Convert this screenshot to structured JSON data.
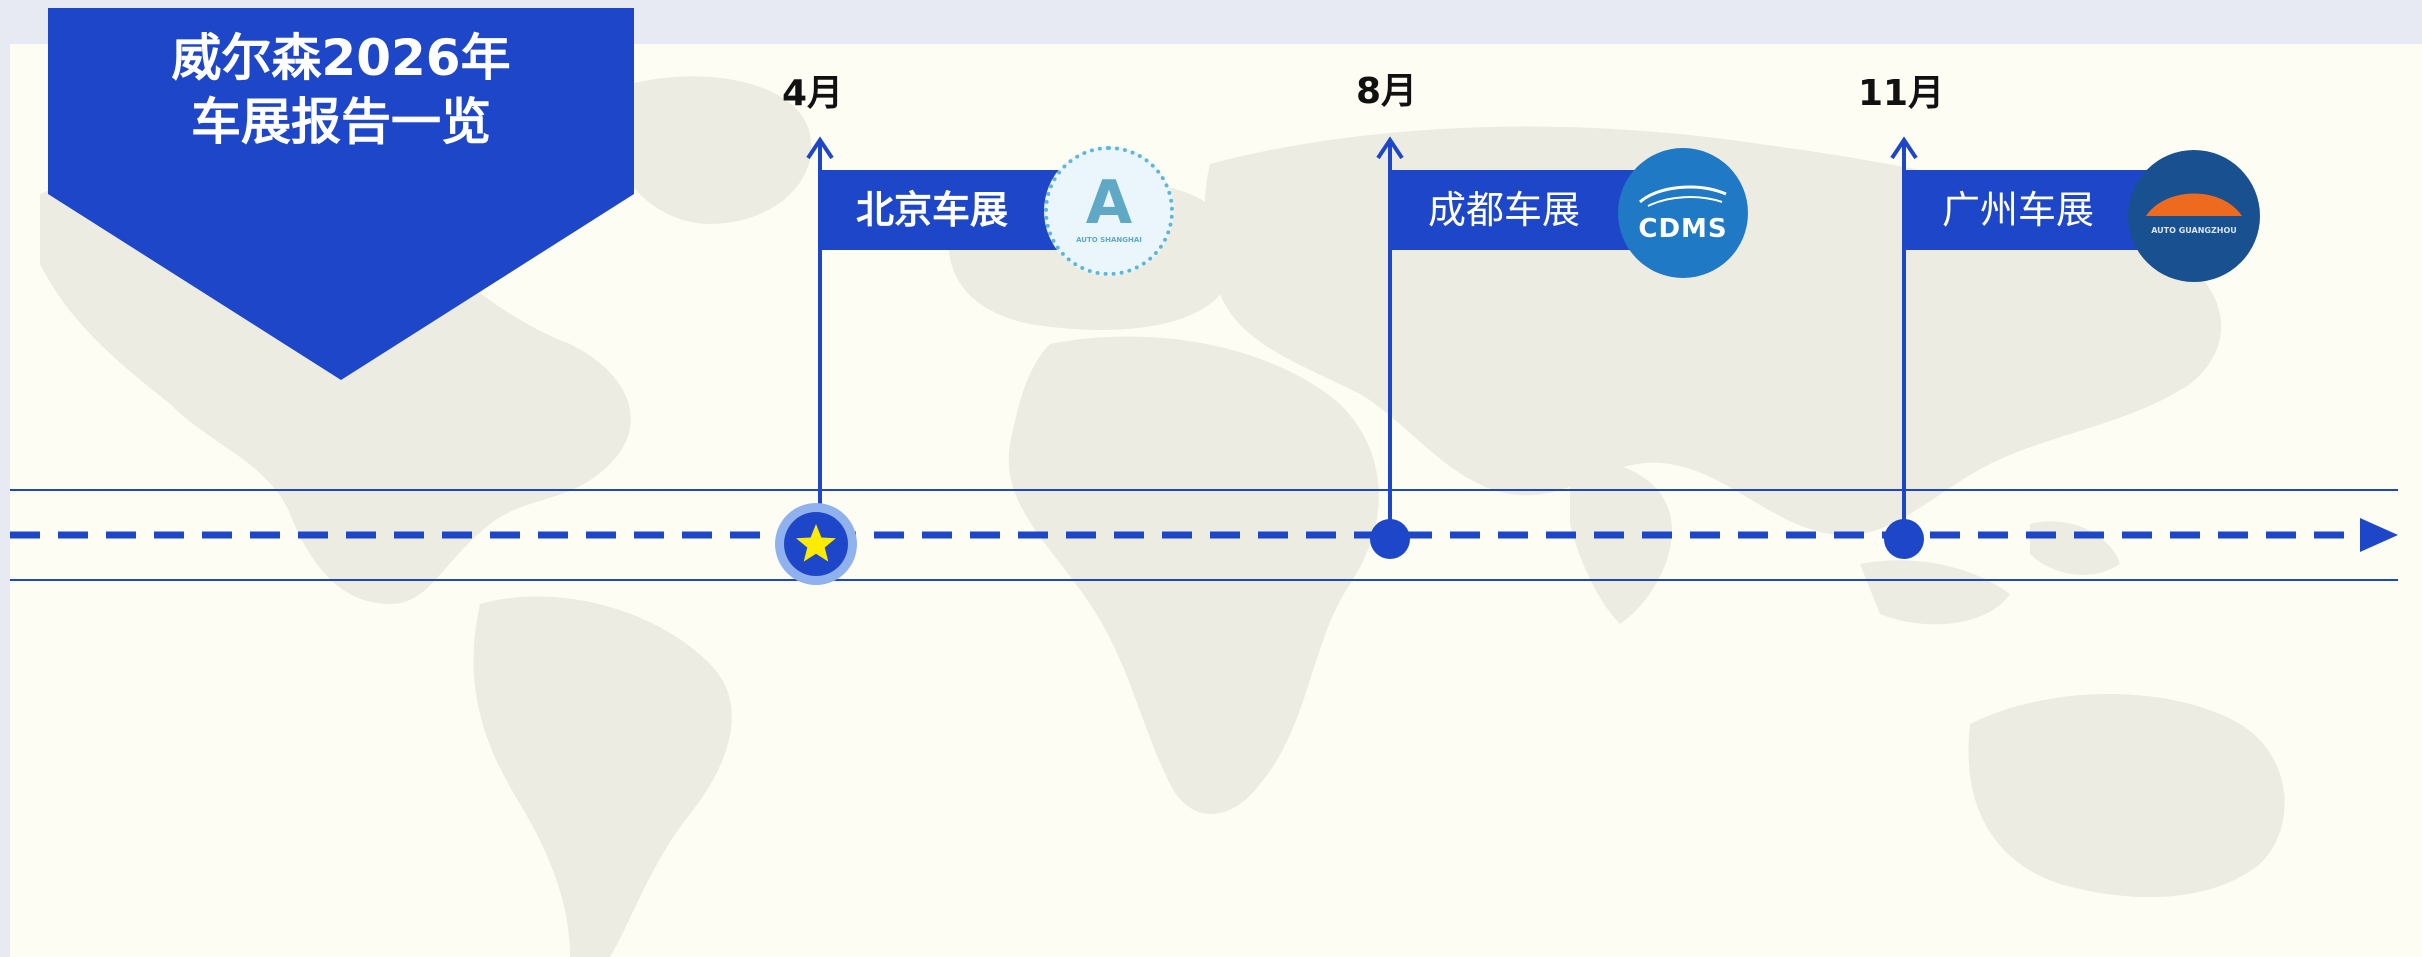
{
  "title": {
    "line1": "威尔森2026年",
    "line2": "车展报告一览"
  },
  "timeline": {
    "events": [
      {
        "month": "4月",
        "name": "北京车展",
        "logo_text": "AUTO SHANGHAI"
      },
      {
        "month": "8月",
        "name": "成都车展",
        "logo_text": "CDMS"
      },
      {
        "month": "11月",
        "name": "广州车展",
        "logo_text": "AUTO GUANGZHOU"
      }
    ],
    "highlight_icon": "star-icon"
  },
  "colors": {
    "brand_blue": "#1e46c8",
    "star_yellow": "#ffeb00",
    "halo_blue": "#8fb2ee",
    "background": "#fdfdf4",
    "map_gray": "#e9e9e0"
  }
}
